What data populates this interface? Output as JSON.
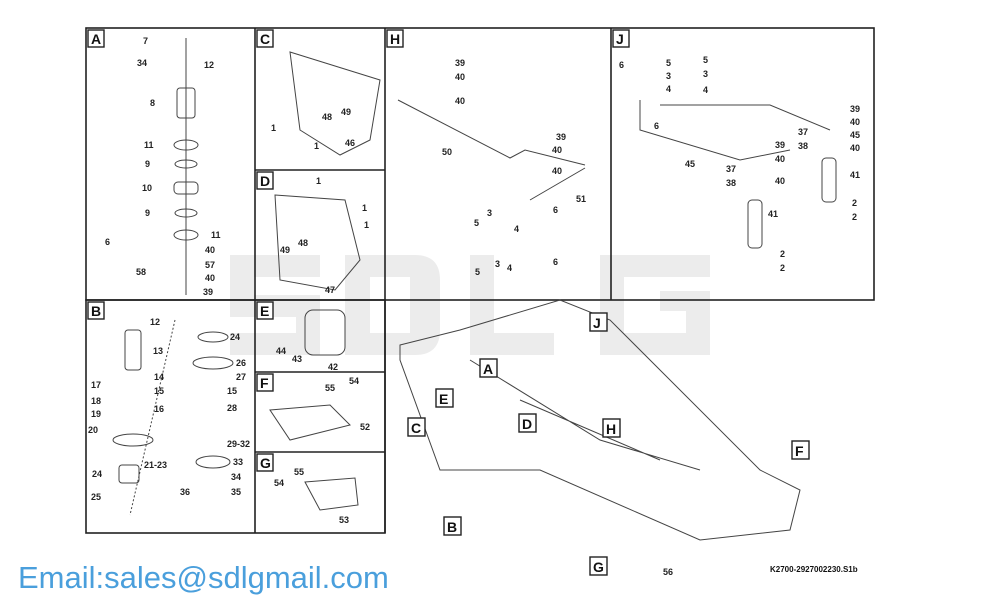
{
  "background_logo": "SDLG",
  "watermark": "Email:sales@sdlgmail.com",
  "caption": "K2700-2927002230.S1b",
  "colors": {
    "watermark": "#2b8fd6",
    "line": "#333333",
    "logo_bg": "#ececec"
  },
  "panels": {
    "A": {
      "tag": "A",
      "callouts": [
        "7",
        "34",
        "12",
        "8",
        "11",
        "9",
        "10",
        "9",
        "11",
        "6",
        "40",
        "58",
        "57",
        "40",
        "39"
      ]
    },
    "C": {
      "tag": "C",
      "callouts": [
        "1",
        "1",
        "48",
        "49",
        "46"
      ]
    },
    "D": {
      "tag": "D",
      "callouts": [
        "1",
        "1",
        "1",
        "49",
        "48",
        "47"
      ]
    },
    "H": {
      "tag": "H",
      "callouts": [
        "39",
        "40",
        "40",
        "50",
        "39",
        "40",
        "40",
        "51",
        "3",
        "6",
        "5",
        "4",
        "5",
        "3",
        "4",
        "6"
      ]
    },
    "J": {
      "tag": "J",
      "callouts": [
        "6",
        "5",
        "3",
        "4",
        "5",
        "3",
        "4",
        "6",
        "45",
        "39",
        "40",
        "37",
        "38",
        "40",
        "41",
        "39",
        "40",
        "37",
        "45",
        "38",
        "40",
        "41",
        "2",
        "2",
        "2",
        "2"
      ]
    },
    "B": {
      "tag": "B",
      "callouts": [
        "12",
        "13",
        "14",
        "17",
        "15",
        "18",
        "16",
        "19",
        "20",
        "21-23",
        "24",
        "25",
        "24",
        "26",
        "27",
        "15",
        "28",
        "29-32",
        "33",
        "34",
        "36",
        "35"
      ]
    },
    "E": {
      "tag": "E",
      "callouts": [
        "44",
        "43",
        "42"
      ]
    },
    "F": {
      "tag": "F",
      "callouts": [
        "55",
        "54",
        "52"
      ]
    },
    "G": {
      "tag": "G",
      "callouts": [
        "55",
        "54",
        "53"
      ]
    }
  },
  "main_view": {
    "tags": [
      "A",
      "J",
      "E",
      "D",
      "C",
      "H",
      "F",
      "B",
      "G"
    ],
    "callouts": [
      "56"
    ]
  }
}
